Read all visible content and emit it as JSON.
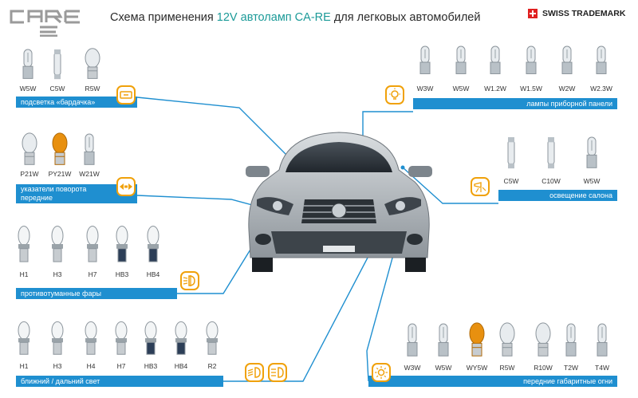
{
  "header": {
    "logo_text": "CA-RE",
    "title_prefix": "Схема применения ",
    "title_accent": "12V автоламп CA-RE",
    "title_suffix": " для легковых автомобилей",
    "trademark": "SWISS TRADEMARK"
  },
  "sections": {
    "glovebox": {
      "label": "подсветка «бардачка»",
      "lamps": [
        "W5W",
        "C5W",
        "R5W"
      ]
    },
    "turn": {
      "label_line1": "указатели поворота",
      "label_line2": "передние",
      "lamps": [
        "P21W",
        "PY21W",
        "W21W"
      ]
    },
    "fog": {
      "label": "противотуманные фары",
      "lamps": [
        "H1",
        "H3",
        "H7",
        "HB3",
        "HB4"
      ]
    },
    "headlight": {
      "label": "ближний / дальний свет",
      "lamps": [
        "H1",
        "H3",
        "H4",
        "H7",
        "HB3",
        "HB4",
        "R2"
      ]
    },
    "dashboard": {
      "label": "лампы приборной панели",
      "lamps": [
        "W3W",
        "W5W",
        "W1.2W",
        "W1.5W",
        "W2W",
        "W2.3W"
      ]
    },
    "interior": {
      "label": "освещение салона",
      "lamps": [
        "C5W",
        "C10W",
        "W5W"
      ]
    },
    "parking": {
      "label": "передние габаритные огни",
      "lamps": [
        "W3W",
        "W5W",
        "WY5W",
        "R5W",
        "R10W",
        "T2W",
        "T4W"
      ]
    }
  },
  "colors": {
    "accent_blue": "#1f8fd0",
    "accent_orange": "#f0a10a",
    "title_accent": "#1b9a98"
  }
}
